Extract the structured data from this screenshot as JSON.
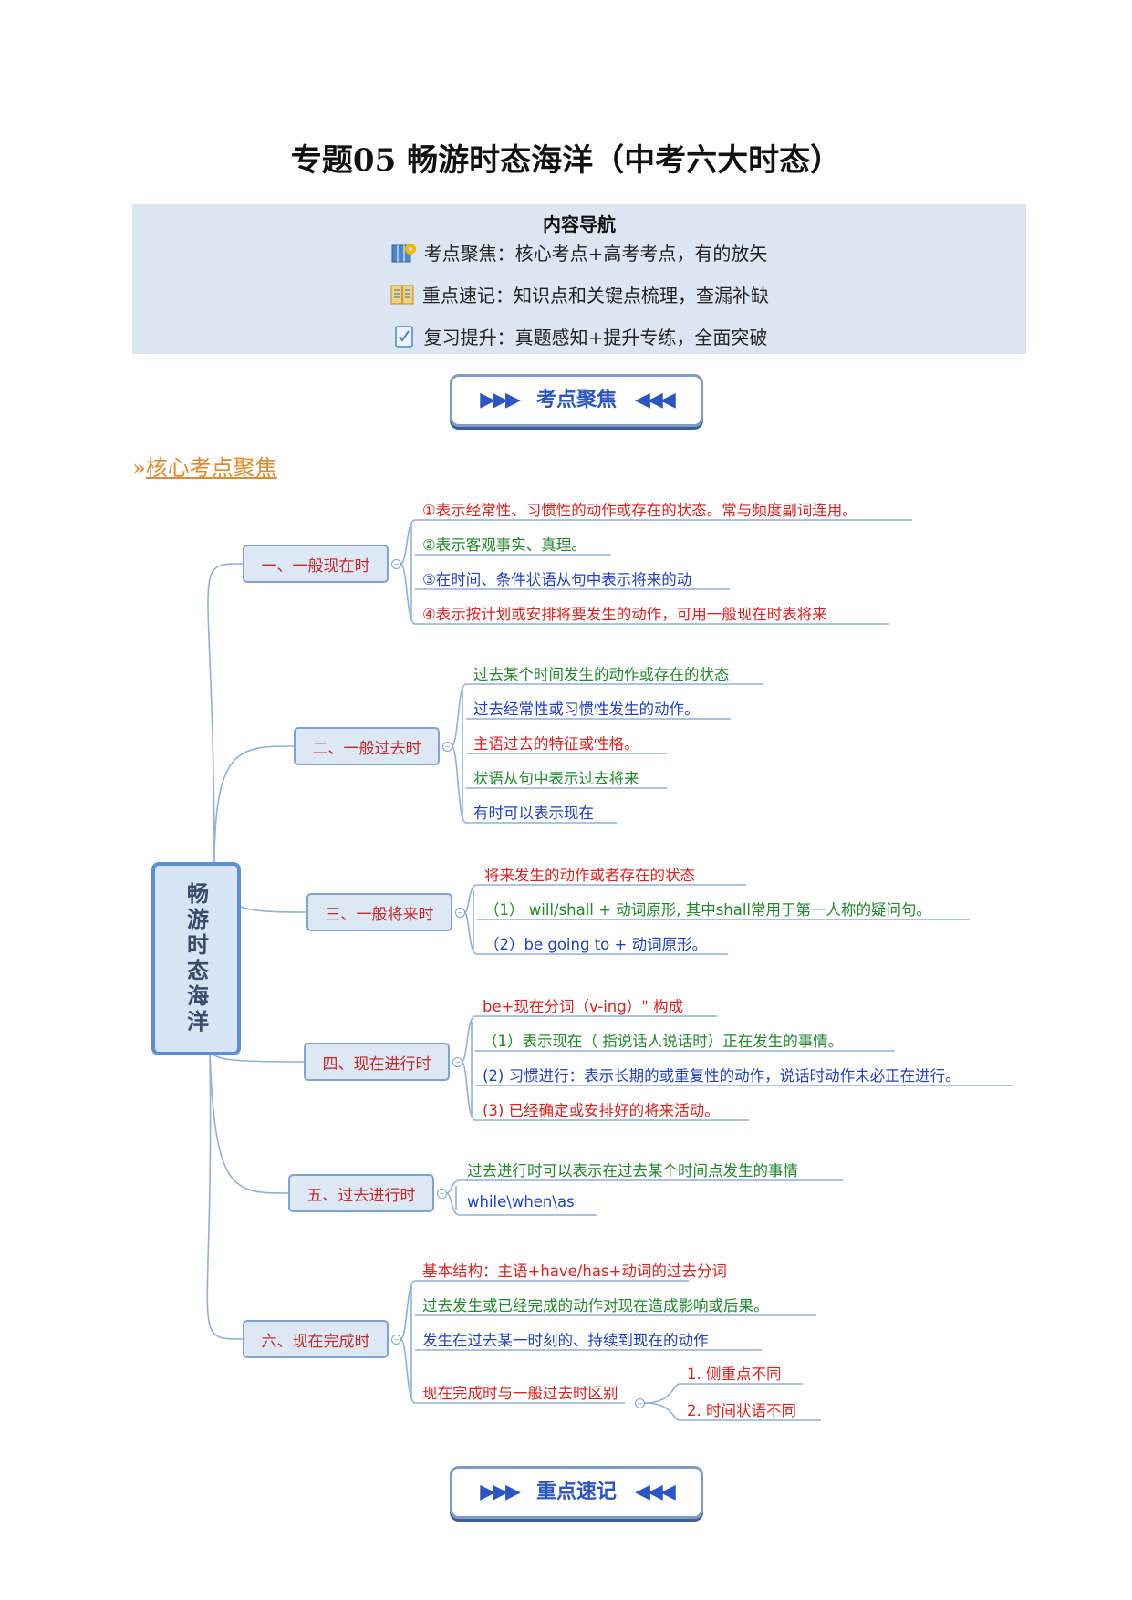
{
  "title": "专题05 畅游时态海洋（中考六大时态）",
  "nav": {
    "heading": "内容导航",
    "rows": [
      {
        "icon": "map-icon",
        "text": "考点聚焦：核心考点+高考考点，有的放矢"
      },
      {
        "icon": "book-icon",
        "text": "重点速记：知识点和关键点梳理，查漏补缺"
      },
      {
        "icon": "checklist-icon",
        "text": "复习提升：真题感知+提升专练，全面突破"
      }
    ]
  },
  "banners": [
    {
      "label": "考点聚焦",
      "left_arrows": "▶▶▶",
      "right_arrows": "◀◀◀"
    },
    {
      "label": "重点速记",
      "left_arrows": "▶▶▶",
      "right_arrows": "◀◀◀"
    }
  ],
  "section": {
    "marker": "»",
    "label": "核心考点聚焦"
  },
  "mindmap": {
    "root": "畅游时态海洋",
    "branches": [
      {
        "label": "一、一般现在时",
        "items": [
          {
            "text": "①表示经常性、习惯性的动作或存在的状态。常与频度副词连用。",
            "color": "red"
          },
          {
            "text": "②表示客观事实、真理。",
            "color": "green"
          },
          {
            "text": "③在时间、条件状语从句中表示将来的动",
            "color": "blue"
          },
          {
            "text": "④表示按计划或安排将要发生的动作，可用一般现在时表将来",
            "color": "red"
          }
        ]
      },
      {
        "label": "二、一般过去时",
        "items": [
          {
            "text": "过去某个时间发生的动作或存在的状态",
            "color": "green"
          },
          {
            "text": "过去经常性或习惯性发生的动作。",
            "color": "blue"
          },
          {
            "text": "主语过去的特征或性格。",
            "color": "red"
          },
          {
            "text": "状语从句中表示过去将来",
            "color": "green"
          },
          {
            "text": "有时可以表示现在",
            "color": "blue"
          }
        ]
      },
      {
        "label": "三、一般将来时",
        "items": [
          {
            "text": "将来发生的动作或者存在的状态",
            "color": "red"
          },
          {
            "text": "（1） will/shall + 动词原形, 其中shall常用于第一人称的疑问句。",
            "color": "green"
          },
          {
            "text": "（2）be going to + 动词原形。",
            "color": "blue"
          }
        ]
      },
      {
        "label": "四、现在进行时",
        "items": [
          {
            "text": "be+现在分词（v-ing）\" 构成",
            "color": "red"
          },
          {
            "text": "（1）表示现在（ 指说话人说话时）正在发生的事情。",
            "color": "green"
          },
          {
            "text": "(2) 习惯进行：表示长期的或重复性的动作，说话时动作未必正在进行。",
            "color": "blue"
          },
          {
            "text": "(3) 已经确定或安排好的将来活动。",
            "color": "red"
          }
        ]
      },
      {
        "label": "五、过去进行时",
        "items": [
          {
            "text": "过去进行时可以表示在过去某个时间点发生的事情",
            "color": "green"
          },
          {
            "text": "while\\when\\as",
            "color": "blue"
          }
        ]
      },
      {
        "label": "六、现在完成时",
        "items": [
          {
            "text": "基本结构：主语+have/has+动词的过去分词",
            "color": "red"
          },
          {
            "text": "过去发生或已经完成的动作对现在造成影响或后果。",
            "color": "green"
          },
          {
            "text": "发生在过去某一时刻的、持续到现在的动作",
            "color": "blue"
          },
          {
            "text": "现在完成时与一般过去时区别",
            "color": "red",
            "children": [
              {
                "text": "1. 侧重点不同",
                "color": "red"
              },
              {
                "text": "2. 时间状语不同",
                "color": "red"
              }
            ]
          }
        ]
      }
    ]
  },
  "colors": {
    "red": "#e3201e",
    "green": "#1e8a2a",
    "blue": "#1f3fcf",
    "line": "#8fb0dc",
    "node_fill": "#dde8f5"
  }
}
